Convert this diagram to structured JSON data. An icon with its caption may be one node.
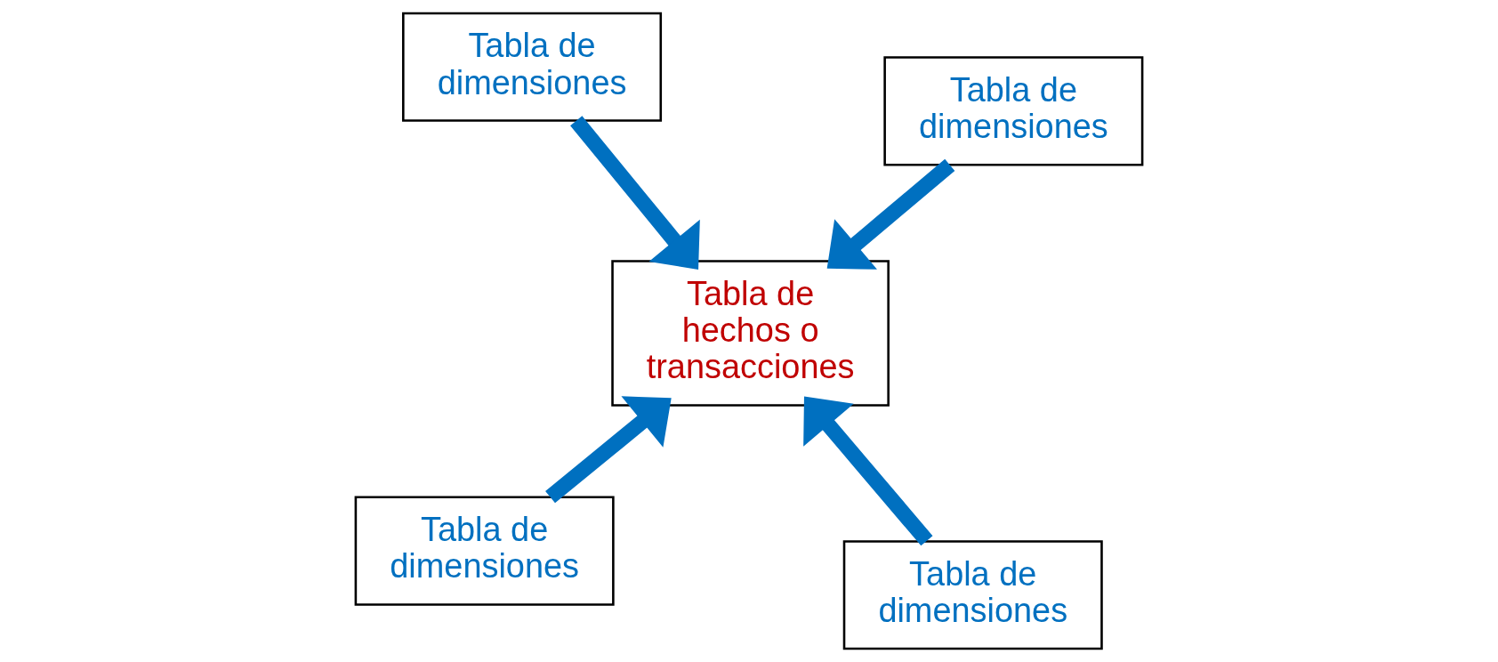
{
  "diagram": {
    "nodes": [
      {
        "text": [
          "Tabla de dimensiones"
        ]
      },
      {
        "text": [
          "Tabla de dimensiones"
        ]
      },
      {
        "text": [
          "Tabla de hechos o transacciones"
        ]
      },
      {
        "text": [
          "Tabla de dimensiones"
        ]
      },
      {
        "text": [
          "Tabla de dimensiones"
        ]
      }
    ],
    "edges": [
      {
        "from": 0,
        "to": 2,
        "arrow": "to"
      },
      {
        "from": 3,
        "to": 2,
        "arrow": "to"
      },
      {
        "from": 1,
        "to": 2,
        "arrow": "to"
      },
      {
        "from": 4,
        "to": 2,
        "arrow": "to"
      }
    ]
  }
}
